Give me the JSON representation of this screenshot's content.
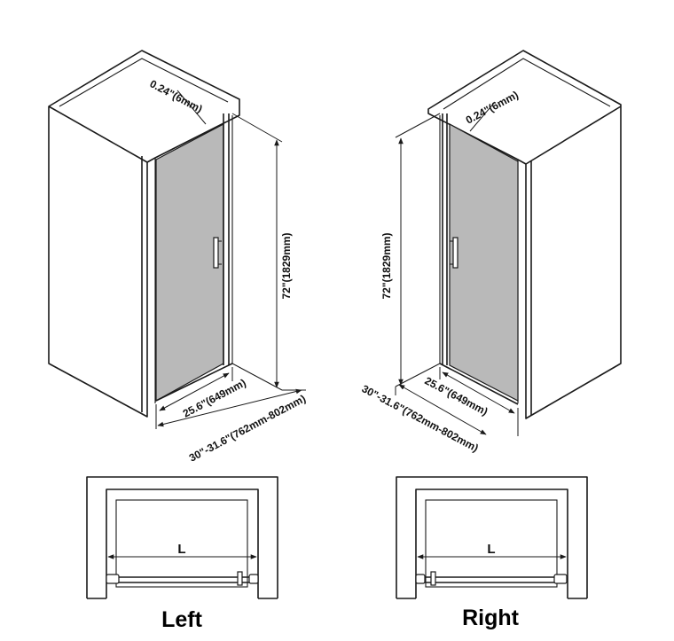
{
  "left_view": {
    "glass_thickness": "0.24\"(6mm)",
    "height": "72\"(1829mm)",
    "door_width": "25.6\"(649mm)",
    "opening_range": "30\"-31.6\"(762mm-802mm)",
    "plan_dimension": "L",
    "caption": "Left"
  },
  "right_view": {
    "glass_thickness": "0.24\"(6mm)",
    "height": "72\"(1829mm)",
    "door_width": "25.6\"(649mm)",
    "opening_range": "30\"-31.6\"(762mm-802mm)",
    "plan_dimension": "L",
    "caption": "Right"
  },
  "colors": {
    "glass": "#b9b9b9",
    "line": "#1a1a1a",
    "background": "#ffffff"
  }
}
